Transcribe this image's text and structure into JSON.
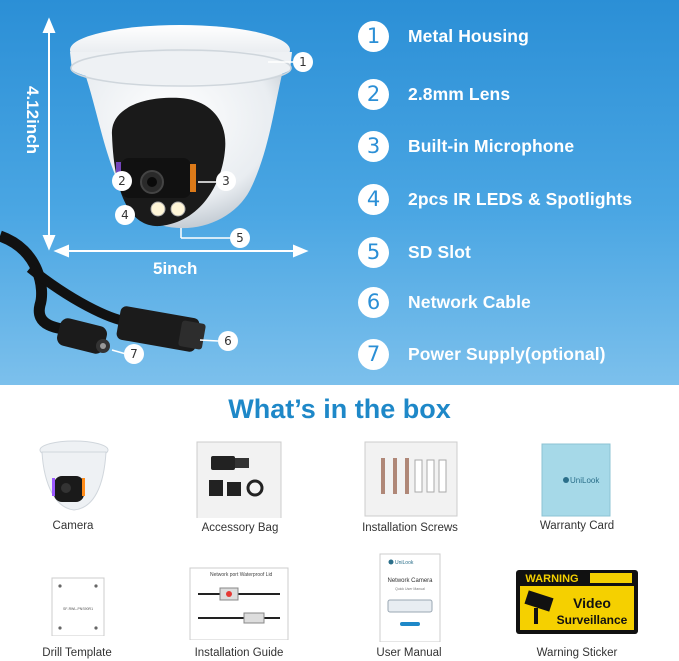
{
  "dimensions": {
    "height_label": "4.12inch",
    "width_label": "5inch"
  },
  "callouts": [
    "1",
    "2",
    "3",
    "4",
    "5",
    "6",
    "7"
  ],
  "features": [
    {
      "number": "1",
      "label": "Metal Housing"
    },
    {
      "number": "2",
      "label": "2.8mm Lens"
    },
    {
      "number": "3",
      "label": "Built-in Microphone"
    },
    {
      "number": "4",
      "label": "2pcs IR LEDS & Spotlights"
    },
    {
      "number": "5",
      "label": "SD Slot"
    },
    {
      "number": "6",
      "label": "Network Cable"
    },
    {
      "number": "7",
      "label": "Power Supply(optional)"
    }
  ],
  "box": {
    "title": "What’s in the box",
    "items": [
      {
        "label": "Camera",
        "icon": "camera-icon"
      },
      {
        "label": "Accessory Bag",
        "icon": "accessory-bag-icon"
      },
      {
        "label": "Installation Screws",
        "icon": "screws-icon"
      },
      {
        "label": "Warranty Card",
        "icon": "warranty-card-icon"
      },
      {
        "label": "Drill Template",
        "icon": "drill-template-icon"
      },
      {
        "label": "Installation Guide",
        "icon": "installation-guide-icon"
      },
      {
        "label": "User Manual",
        "icon": "user-manual-icon"
      },
      {
        "label": "Warning Sticker",
        "icon": "warning-sticker-icon"
      }
    ]
  },
  "printed_text": {
    "warranty_brand": "UniLook",
    "drill_code": "SF-RWL-PNS90R1",
    "guide_heading": "Network port Waterproof Lid",
    "manual_brand": "UniLook",
    "manual_title": "Network Camera",
    "manual_subtitle": "Quick User Manual",
    "sticker_warning": "WARNING",
    "sticker_line1": "Video",
    "sticker_line2": "Surveillance"
  },
  "colors": {
    "accent_blue": "#2b8fd6",
    "title_blue": "#1e88c8",
    "sticker_yellow": "#f5d000"
  }
}
